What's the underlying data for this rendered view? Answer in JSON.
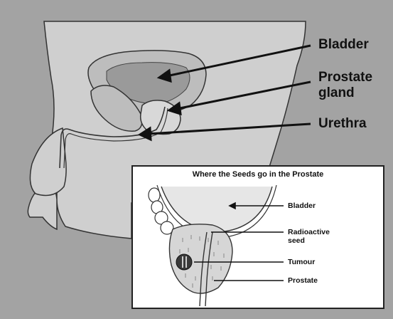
{
  "main_labels": {
    "bladder": "Bladder",
    "prostate_line1": "Prostate",
    "prostate_line2": "gland",
    "urethra": "Urethra"
  },
  "inset": {
    "title": "Where the Seeds go in the Prostate",
    "labels": {
      "bladder": "Bladder",
      "radioactive_line1": "Radioactive",
      "radioactive_line2": "seed",
      "tumour": "Tumour",
      "prostate": "Prostate"
    }
  },
  "colors": {
    "background": "#a3a3a3",
    "body_fill": "#cfcfcf",
    "organ_fill": "#bdbdbd",
    "bladder_inner": "#9a9a9a",
    "tumour": "#3a3a3a"
  }
}
